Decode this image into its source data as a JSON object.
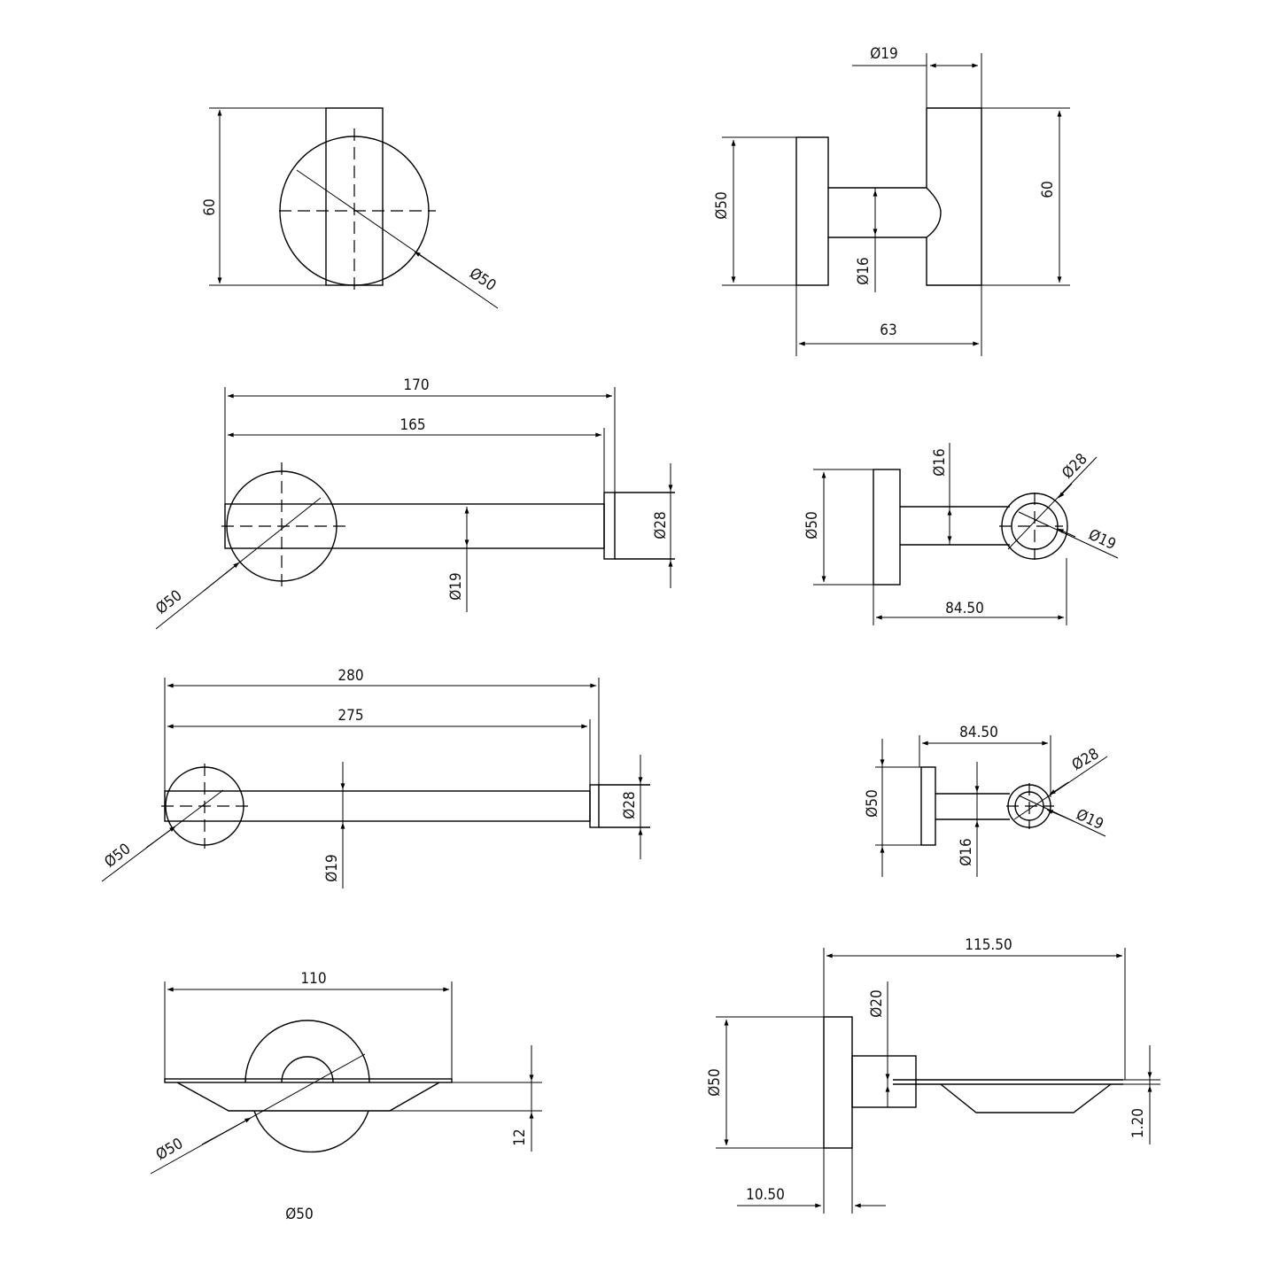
{
  "views": [
    {
      "id": "view-1",
      "dims": [
        "60",
        "Ø50"
      ]
    },
    {
      "id": "view-2",
      "dims": [
        "Ø19",
        "Ø50",
        "Ø16",
        "60",
        "63"
      ]
    },
    {
      "id": "view-3",
      "dims": [
        "170",
        "165",
        "Ø28",
        "Ø19",
        "Ø50"
      ]
    },
    {
      "id": "view-4",
      "dims": [
        "Ø16",
        "Ø28",
        "Ø50",
        "Ø19",
        "84.50"
      ]
    },
    {
      "id": "view-5",
      "dims": [
        "280",
        "275",
        "Ø28",
        "Ø19",
        "Ø50"
      ]
    },
    {
      "id": "view-6",
      "dims": [
        "84.50",
        "Ø28",
        "Ø50",
        "Ø19",
        "Ø16"
      ]
    },
    {
      "id": "view-7",
      "dims": [
        "110",
        "Ø50",
        "12",
        "Ø50"
      ]
    },
    {
      "id": "view-8",
      "dims": [
        "115.50",
        "Ø20",
        "Ø50",
        "1.20",
        "10.50"
      ]
    }
  ]
}
